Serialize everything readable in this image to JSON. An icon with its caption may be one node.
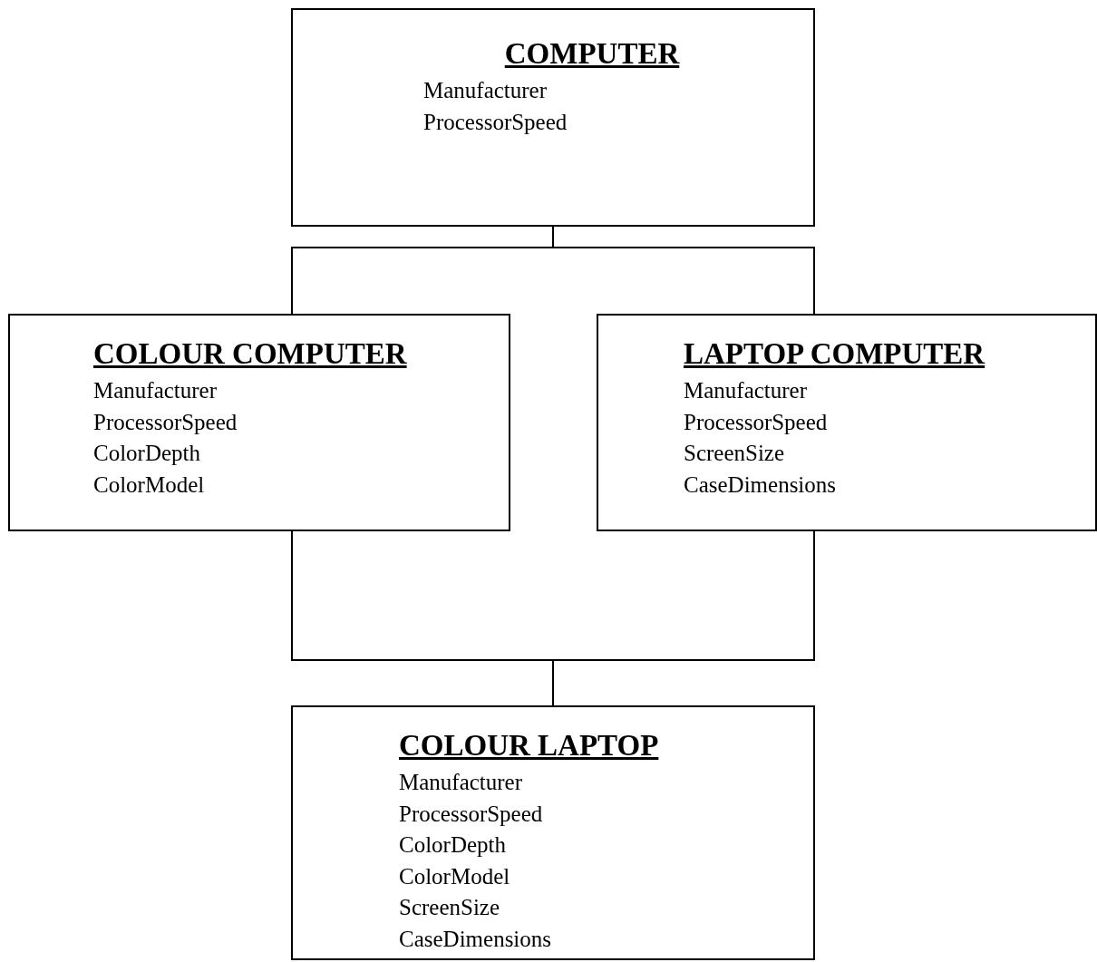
{
  "diagram": {
    "nodes": [
      {
        "text": [
          "COMPUTER",
          "Manufacturer",
          "ProcessorSpeed"
        ]
      },
      {
        "text": [
          "COLOUR COMPUTER",
          "Manufacturer",
          "ProcessorSpeed",
          "ColorDepth",
          "ColorModel"
        ]
      },
      {
        "text": [
          "LAPTOP COMPUTER",
          "Manufacturer",
          "ProcessorSpeed",
          "ScreenSize",
          "CaseDimensions"
        ]
      },
      {
        "text": [
          "COLOUR LAPTOP",
          "Manufacturer",
          "ProcessorSpeed",
          "ColorDepth",
          "ColorModel",
          "ScreenSize",
          "CaseDimensions"
        ]
      }
    ],
    "edges": [
      {
        "from": 0,
        "to": 1,
        "arrow": "none"
      },
      {
        "from": 0,
        "to": 2,
        "arrow": "none"
      },
      {
        "from": 1,
        "to": 3,
        "arrow": "none"
      },
      {
        "from": 2,
        "to": 3,
        "arrow": "none"
      }
    ]
  }
}
